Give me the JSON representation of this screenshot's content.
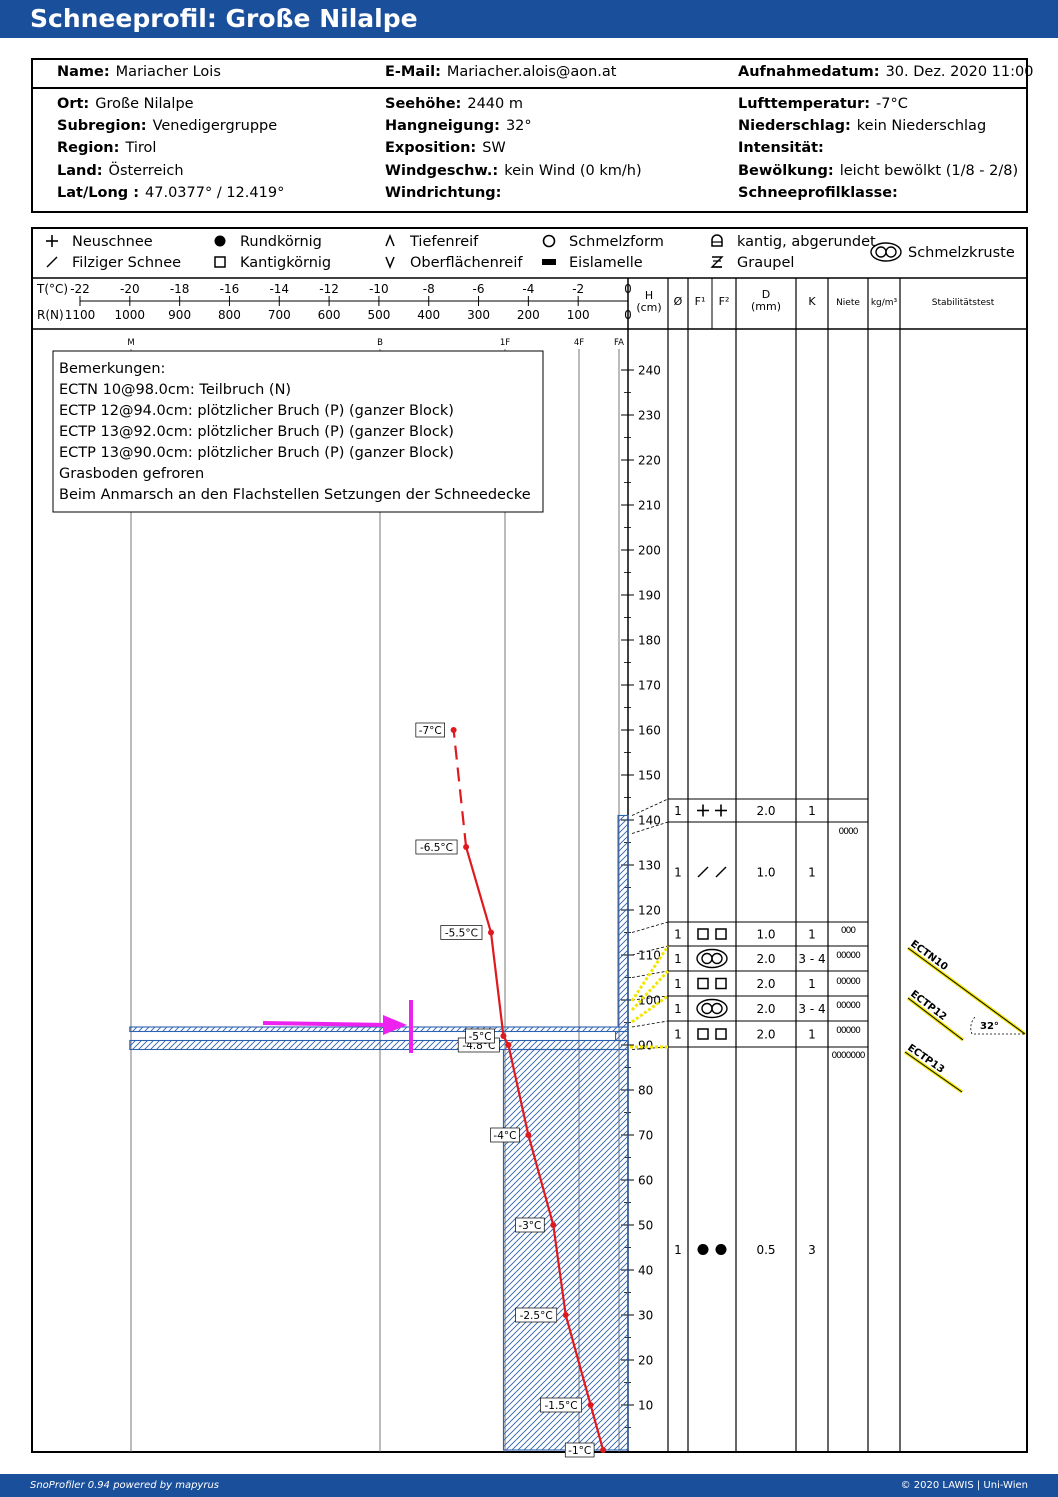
{
  "header": {
    "title": "Schneeprofil: Große Nilalpe"
  },
  "info": {
    "top": [
      {
        "label": "Name:",
        "value": "Mariacher Lois"
      },
      {
        "label": "E-Mail:",
        "value": "Mariacher.alois@aon.at"
      },
      {
        "label": "Aufnahmedatum:",
        "value": "30. Dez. 2020 11:00"
      }
    ],
    "col1": [
      {
        "label": "Ort:",
        "value": "Große Nilalpe"
      },
      {
        "label": "Subregion:",
        "value": "Venedigergruppe"
      },
      {
        "label": "Region:",
        "value": "Tirol"
      },
      {
        "label": "Land:",
        "value": "Österreich"
      },
      {
        "label": "Lat/Long :",
        "value": "47.0377° / 12.419°"
      }
    ],
    "col2": [
      {
        "label": "Seehöhe:",
        "value": "2440 m"
      },
      {
        "label": "Hangneigung:",
        "value": "32°"
      },
      {
        "label": "Exposition:",
        "value": "SW"
      },
      {
        "label": "Windgeschw.:",
        "value": "kein Wind (0 km/h)"
      },
      {
        "label": "Windrichtung:",
        "value": ""
      }
    ],
    "col3": [
      {
        "label": "Lufttemperatur:",
        "value": "-7°C"
      },
      {
        "label": "Niederschlag:",
        "value": "kein Niederschlag"
      },
      {
        "label": "Intensität:",
        "value": ""
      },
      {
        "label": "Bewölkung:",
        "value": "leicht bewölkt (1/8 - 2/8)"
      },
      {
        "label": "Schneeprofilklasse:",
        "value": ""
      }
    ]
  },
  "legend": [
    {
      "symbol": "plus",
      "label": "Neuschnee"
    },
    {
      "symbol": "slash",
      "label": "Filziger Schnee"
    },
    {
      "symbol": "dot",
      "label": "Rundkörnig"
    },
    {
      "symbol": "square",
      "label": "Kantigkörnig"
    },
    {
      "symbol": "caret-up",
      "label": "Tiefenreif"
    },
    {
      "symbol": "caret-down",
      "label": "Oberflächenreif"
    },
    {
      "symbol": "ring",
      "label": "Schmelzform"
    },
    {
      "symbol": "bar",
      "label": "Eislamelle"
    },
    {
      "symbol": "rounded-faceted",
      "label": "kantig, abgerundet"
    },
    {
      "symbol": "graupel",
      "label": "Graupel"
    },
    {
      "symbol": "melt-crust",
      "label": "Schmelzkruste"
    }
  ],
  "axes": {
    "temp_label": "T(°C)",
    "res_label": "R(N)",
    "temp_ticks": [
      "-22",
      "-20",
      "-18",
      "-16",
      "-14",
      "-12",
      "-10",
      "-8",
      "-6",
      "-4",
      "-2",
      "0"
    ],
    "res_ticks": [
      "1100",
      "1000",
      "900",
      "800",
      "700",
      "600",
      "500",
      "400",
      "300",
      "200",
      "100",
      "0"
    ],
    "hardness": [
      "M",
      "B",
      "1F",
      "4F",
      "FA"
    ],
    "height_header": [
      "H",
      "(cm)"
    ],
    "height_ticks": [
      "240",
      "230",
      "220",
      "210",
      "200",
      "190",
      "180",
      "170",
      "160",
      "150",
      "140",
      "130",
      "120",
      "110",
      "100",
      "90",
      "80",
      "70",
      "60",
      "50",
      "40",
      "30",
      "20",
      "10"
    ]
  },
  "table_headers": {
    "grain_size_count": "Ø",
    "f1": "F¹",
    "f2": "F²",
    "d": "D",
    "d_unit": "(mm)",
    "k": "K",
    "niete": "Niete",
    "density": "kg/m³",
    "stability": "Stabilitätstest"
  },
  "remarks": {
    "title": "Bemerkungen:",
    "lines": [
      "ECTN 10@98.0cm: Teilbruch (N)",
      "ECTP 12@94.0cm: plötzlicher Bruch (P) (ganzer Block)",
      "ECTP 13@92.0cm: plötzlicher Bruch (P) (ganzer Block)",
      "ECTP 13@90.0cm: plötzlicher Bruch (P) (ganzer Block)",
      "Grasboden gefroren",
      "Beim Anmarsch an den Flachstellen Setzungen der Schneedecke"
    ]
  },
  "layer_rows": [
    {
      "count": "1",
      "grains": [
        "plus",
        "plus"
      ],
      "d": "2.0",
      "k": "1"
    },
    {
      "count": "1",
      "grains": [
        "slash",
        "slash"
      ],
      "d": "1.0",
      "k": "1"
    },
    {
      "count": "1",
      "grains": [
        "square",
        "square"
      ],
      "d": "1.0",
      "k": "1"
    },
    {
      "count": "1",
      "grains": [
        "melt-crust"
      ],
      "d": "2.0",
      "k": "3 - 4"
    },
    {
      "count": "1",
      "grains": [
        "square",
        "square"
      ],
      "d": "2.0",
      "k": "1"
    },
    {
      "count": "1",
      "grains": [
        "melt-crust"
      ],
      "d": "2.0",
      "k": "3 - 4"
    },
    {
      "count": "1",
      "grains": [
        "square",
        "square"
      ],
      "d": "2.0",
      "k": "1"
    },
    {
      "count": "1",
      "grains": [
        "dot",
        "dot"
      ],
      "d": "0.5",
      "k": "3"
    }
  ],
  "niete": [
    "0000",
    "000",
    "00000",
    "00000",
    "00000",
    "00000",
    "0000000"
  ],
  "stability_tests": [
    {
      "label": "ECTN10",
      "angle": "32°"
    },
    {
      "label": "ECTP12"
    },
    {
      "label": "ECTP13"
    }
  ],
  "footer": {
    "left": "SnoProfiler 0.94 powered by mapyrus",
    "right": "© 2020 LAWIS | Uni-Wien"
  },
  "colors": {
    "brand": "#1a4f9c",
    "temperature": "#e0191f",
    "hatch": "#2d62b0",
    "marker": "#ee22ee",
    "weak_layer": "#f2e600"
  },
  "chart_data": {
    "type": "line",
    "series": [
      {
        "x": [
          -1,
          -1.5,
          -2.5,
          -3,
          -4,
          -4.8,
          -5,
          -5.5,
          -6.5,
          -7
        ],
        "y": [
          0,
          10,
          30,
          50,
          70,
          90,
          92,
          115,
          134,
          160
        ]
      }
    ],
    "point_labels": [
      "-1°C",
      "-1.5°C",
      "-2.5°C",
      "-3°C",
      "-4°C",
      "-4.8°C",
      "-5°C",
      "-5.5°C",
      "-6.5°C",
      "-7°C"
    ],
    "hardness_layers": [
      {
        "bottom": 0,
        "top": 89,
        "hardness_n": 250
      },
      {
        "bottom": 89,
        "top": 91,
        "hardness_n": 1000
      },
      {
        "bottom": 91,
        "top": 93,
        "hardness_n": 25
      },
      {
        "bottom": 93,
        "top": 94,
        "hardness_n": 1000
      },
      {
        "bottom": 94,
        "top": 141,
        "hardness_n": 20
      }
    ],
    "xlim_temp": [
      -22,
      0
    ],
    "xlim_resistance": [
      1100,
      0
    ],
    "ylim": [
      0,
      250
    ]
  }
}
